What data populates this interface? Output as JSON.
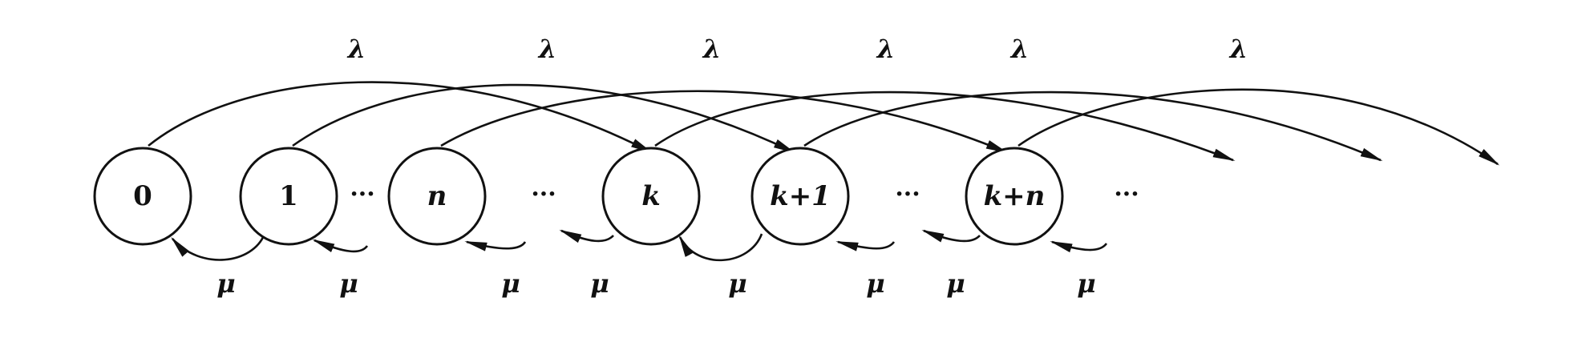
{
  "states": [
    {
      "id": "s0",
      "label": "0",
      "italic": false
    },
    {
      "id": "s1",
      "label": "1",
      "italic": false
    },
    {
      "id": "sn",
      "label": "n",
      "italic": true
    },
    {
      "id": "sk",
      "label": "k",
      "italic": true
    },
    {
      "id": "sk1",
      "label": "k+1",
      "italic": true
    },
    {
      "id": "skn",
      "label": "k+n",
      "italic": true
    }
  ],
  "ellipsis": "···",
  "arrival_rate": "λ",
  "service_rate": "μ",
  "colors": {
    "stroke": "#111111",
    "background": "#ffffff"
  }
}
